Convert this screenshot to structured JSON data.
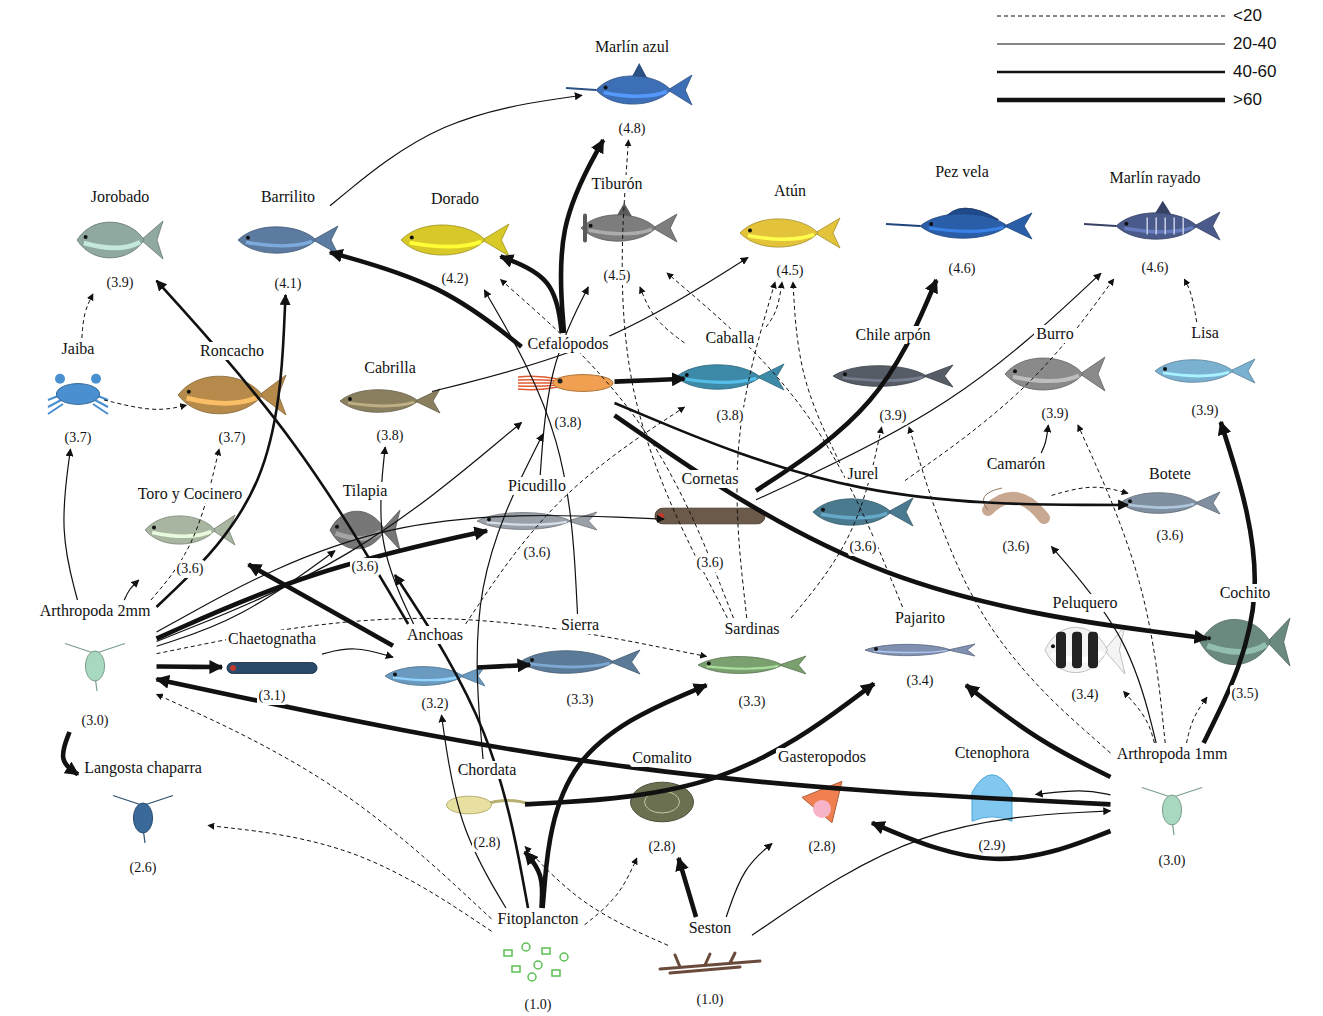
{
  "diagram": {
    "nodes": [
      {
        "text": [
          "Marlín azul",
          "(4.8)"
        ]
      },
      {
        "text": [
          "Jorobado",
          "(3.9)"
        ]
      },
      {
        "text": [
          "Barrilito",
          "(4.1)"
        ]
      },
      {
        "text": [
          "Dorado",
          "(4.2)"
        ]
      },
      {
        "text": [
          "Tiburón",
          "(4.5)"
        ]
      },
      {
        "text": [
          "Atún",
          "(4.5)"
        ]
      },
      {
        "text": [
          "Pez vela",
          "(4.6)"
        ]
      },
      {
        "text": [
          "Marlín rayado",
          "(4.6)"
        ]
      },
      {
        "text": [
          "Jaiba",
          "(3.7)"
        ]
      },
      {
        "text": [
          "Roncacho",
          "(3.7)"
        ]
      },
      {
        "text": [
          "Cabrilla",
          "(3.8)"
        ]
      },
      {
        "text": [
          "Cefalópodos",
          "(3.8)"
        ]
      },
      {
        "text": [
          "Caballa",
          "(3.8)"
        ]
      },
      {
        "text": [
          "Chile arpón",
          "(3.9)"
        ]
      },
      {
        "text": [
          "Burro",
          "(3.9)"
        ]
      },
      {
        "text": [
          "Lisa",
          "(3.9)"
        ]
      },
      {
        "text": [
          "Toro y Cocinero",
          "(3.6)"
        ]
      },
      {
        "text": [
          "Tilapia",
          "(3.6)"
        ]
      },
      {
        "text": [
          "Picudillo",
          "(3.6)"
        ]
      },
      {
        "text": [
          "Cornetas",
          "(3.6)"
        ]
      },
      {
        "text": [
          "Jurel",
          "(3.6)"
        ]
      },
      {
        "text": [
          "Camarón",
          "(3.6)"
        ]
      },
      {
        "text": [
          "Botete",
          "(3.6)"
        ]
      },
      {
        "text": [
          "Arthropoda 2mm",
          "(3.0)"
        ]
      },
      {
        "text": [
          "Chaetognatha",
          "(3.1)"
        ]
      },
      {
        "text": [
          "Anchoas",
          "(3.2)"
        ]
      },
      {
        "text": [
          "Sierra",
          "(3.3)"
        ]
      },
      {
        "text": [
          "Sardinas",
          "(3.3)"
        ]
      },
      {
        "text": [
          "Pajarito",
          "(3.4)"
        ]
      },
      {
        "text": [
          "Peluquero",
          "(3.4)"
        ]
      },
      {
        "text": [
          "Cochito",
          "(3.5)"
        ]
      },
      {
        "text": [
          "Langosta chaparra",
          "(2.6)"
        ]
      },
      {
        "text": [
          "Chordata",
          "(2.8)"
        ]
      },
      {
        "text": [
          "Comalito",
          "(2.8)"
        ]
      },
      {
        "text": [
          "Gasteropodos",
          "(2.8)"
        ]
      },
      {
        "text": [
          "Ctenophora",
          "(2.9)"
        ]
      },
      {
        "text": [
          "Arthropoda 1mm",
          "(3.0)"
        ]
      },
      {
        "text": [
          "Fitoplancton",
          "(1.0)"
        ]
      },
      {
        "text": [
          "Seston",
          "(1.0)"
        ]
      }
    ],
    "edges": [
      {
        "from": 23,
        "to": 2,
        "arrow": "to"
      },
      {
        "from": 23,
        "to": 24,
        "arrow": "to"
      },
      {
        "from": 23,
        "to": 31,
        "arrow": "to"
      },
      {
        "from": 23,
        "to": 18,
        "arrow": "to"
      },
      {
        "from": 36,
        "to": 23,
        "arrow": "to"
      },
      {
        "from": 25,
        "to": 26,
        "arrow": "to"
      },
      {
        "from": 25,
        "to": 1,
        "arrow": "to"
      },
      {
        "from": 25,
        "to": 16,
        "arrow": "to"
      },
      {
        "from": 11,
        "to": 0,
        "arrow": "to"
      },
      {
        "from": 11,
        "to": 3,
        "arrow": "to"
      },
      {
        "from": 11,
        "to": 12,
        "arrow": "to"
      },
      {
        "from": 11,
        "to": 2,
        "arrow": "to"
      },
      {
        "from": 11,
        "to": 30,
        "arrow": "to"
      },
      {
        "from": 11,
        "to": 22,
        "arrow": "to"
      },
      {
        "from": 19,
        "to": 6,
        "arrow": "to"
      },
      {
        "from": 36,
        "to": 15,
        "arrow": "to"
      },
      {
        "from": 36,
        "to": 34,
        "arrow": "to"
      },
      {
        "from": 36,
        "to": 28,
        "arrow": "to"
      },
      {
        "from": 38,
        "to": 33,
        "arrow": "to"
      },
      {
        "from": 37,
        "to": 27,
        "arrow": "to"
      },
      {
        "from": 37,
        "to": 32,
        "arrow": "to"
      },
      {
        "from": 32,
        "to": 28,
        "arrow": "to"
      },
      {
        "from": 37,
        "to": 17,
        "arrow": "to"
      },
      {
        "from": 27,
        "to": 0,
        "arrow": "to"
      },
      {
        "from": 12,
        "to": 5,
        "arrow": "to"
      },
      {
        "from": 27,
        "to": 5,
        "arrow": "to"
      },
      {
        "from": 20,
        "to": 7,
        "arrow": "to"
      },
      {
        "from": 12,
        "to": 4,
        "arrow": "to"
      },
      {
        "from": 8,
        "to": 9,
        "arrow": "to"
      },
      {
        "from": 8,
        "to": 1,
        "arrow": "to"
      },
      {
        "from": 21,
        "to": 14,
        "arrow": "to"
      },
      {
        "from": 21,
        "to": 22,
        "arrow": "to"
      },
      {
        "from": 36,
        "to": 29,
        "arrow": "to"
      },
      {
        "from": 36,
        "to": 30,
        "arrow": "to"
      },
      {
        "from": 36,
        "to": 35,
        "arrow": "to"
      },
      {
        "from": 38,
        "to": 34,
        "arrow": "to"
      },
      {
        "from": 37,
        "to": 33,
        "arrow": "to"
      },
      {
        "from": 37,
        "to": 25,
        "arrow": "to"
      },
      {
        "from": 37,
        "to": 23,
        "arrow": "to"
      },
      {
        "from": 38,
        "to": 36,
        "arrow": "to"
      },
      {
        "from": 37,
        "to": 31,
        "arrow": "to"
      },
      {
        "from": 23,
        "to": 8,
        "arrow": "to"
      },
      {
        "from": 19,
        "to": 7,
        "arrow": "to"
      },
      {
        "from": 2,
        "to": 0,
        "arrow": "to"
      },
      {
        "from": 27,
        "to": 3,
        "arrow": "to"
      },
      {
        "from": 18,
        "to": 4,
        "arrow": "to"
      },
      {
        "from": 10,
        "to": 5,
        "arrow": "to"
      },
      {
        "from": 25,
        "to": 10,
        "arrow": "to"
      },
      {
        "from": 26,
        "to": 3,
        "arrow": "to"
      },
      {
        "from": 23,
        "to": 27,
        "arrow": "to"
      },
      {
        "from": 23,
        "to": 17,
        "arrow": "to"
      },
      {
        "from": 32,
        "to": 11,
        "arrow": "to"
      },
      {
        "from": 28,
        "to": 4,
        "arrow": "to"
      },
      {
        "from": 20,
        "to": 5,
        "arrow": "to"
      },
      {
        "from": 15,
        "to": 7,
        "arrow": "to"
      },
      {
        "from": 23,
        "to": 19,
        "arrow": "to"
      },
      {
        "from": 36,
        "to": 21,
        "arrow": "to"
      },
      {
        "from": 38,
        "to": 32,
        "arrow": "to"
      },
      {
        "from": 23,
        "to": 11,
        "arrow": "to"
      },
      {
        "from": 24,
        "to": 25,
        "arrow": "to"
      },
      {
        "from": 23,
        "to": 9,
        "arrow": "to"
      },
      {
        "from": 23,
        "to": 16,
        "arrow": "to"
      },
      {
        "from": 36,
        "to": 14,
        "arrow": "to"
      },
      {
        "from": 36,
        "to": 13,
        "arrow": "to"
      },
      {
        "from": 27,
        "to": 13,
        "arrow": "to"
      },
      {
        "from": 25,
        "to": 12,
        "arrow": "to"
      }
    ],
    "legend": [
      {
        "text": "<20"
      },
      {
        "text": "20-40"
      },
      {
        "text": "40-60"
      },
      {
        "text": ">60"
      }
    ]
  }
}
